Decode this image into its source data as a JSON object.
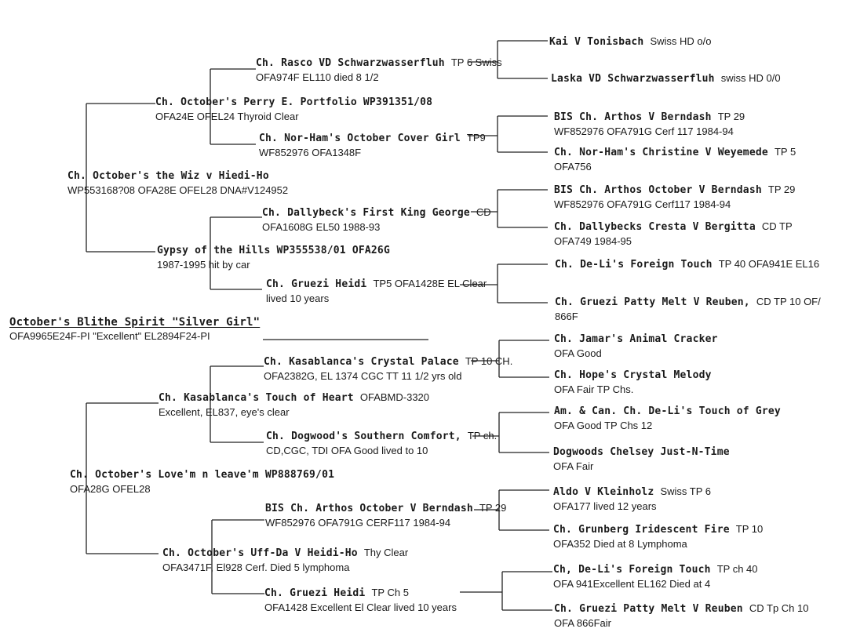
{
  "subject": {
    "name": "October's Blithe Spirit \"Silver Girl\"",
    "details": [
      "OFA9965E24F-PI \"Excellent\" EL2894F24-PI"
    ]
  },
  "sire": {
    "name": "Ch. October's the Wiz v Hiedi-Ho",
    "details": [
      "WP553168?08 OFA28E OFEL28 DNA#V124952"
    ]
  },
  "dam": {
    "name": "Ch. October's Love'm n leave'm WP888769/01",
    "details": [
      "OFA28G OFEL28"
    ]
  },
  "grandparents": [
    {
      "name": "Ch. October's Perry E. Portfolio WP391351/08",
      "details": [
        "OFA24E OFEL24 Thyroid Clear"
      ]
    },
    {
      "name": "Gypsy of the Hills WP355538/01 OFA26G",
      "details": [
        "1987-1995 hit by car"
      ]
    },
    {
      "name": "Ch. Kasablanca's Touch of Heart",
      "name_extra": "OFABMD-3320",
      "details": [
        "Excellent, EL837, eye's clear"
      ]
    },
    {
      "name": "Ch. October's Uff-Da V Heidi-Ho",
      "name_extra": "Thy Clear",
      "details": [
        "OFA3471F, El928 Cerf. Died 5 lymphoma"
      ]
    }
  ],
  "great_grandparents": [
    {
      "name": "Ch. Rasco VD Schwarzwasserfluh",
      "name_extra": "TP 6 Swiss",
      "details": [
        "OFA974F EL110 died 8 1/2"
      ]
    },
    {
      "name": "Ch. Nor-Ham's October Cover Girl",
      "name_extra": "TP9",
      "details": [
        "WF852976 OFA1348F"
      ]
    },
    {
      "name": "Ch. Dallybeck's First King George",
      "name_extra": "CD",
      "details": [
        "OFA1608G EL50 1988-93"
      ]
    },
    {
      "name": "Ch. Gruezi Heidi",
      "name_extra": "TP5 OFA1428E EL Clear",
      "details": [
        "lived 10 years"
      ]
    },
    {
      "name": "Ch. Kasablanca's Crystal Palace",
      "name_extra": "TP 10 CH.",
      "details": [
        "OFA2382G, EL 1374 CGC TT 11 1/2 yrs old"
      ]
    },
    {
      "name": "Ch. Dogwood's Southern Comfort,",
      "name_extra": "TP ch.",
      "details": [
        "CD,CGC, TDI OFA Good lived to 10"
      ]
    },
    {
      "name": "BIS Ch. Arthos October V Berndash",
      "name_extra": "TP 29",
      "details": [
        "WF852976 OFA791G CERF117 1984-94"
      ]
    },
    {
      "name": "Ch. Gruezi Heidi",
      "name_extra": "TP Ch 5",
      "details": [
        "OFA1428 Excellent El Clear lived 10 years"
      ]
    }
  ],
  "g3_ancestors": [
    {
      "name": "Kai V Tonisbach",
      "name_extra": "Swiss HD o/o",
      "details": []
    },
    {
      "name": "Laska VD Schwarzwasserfluh",
      "name_extra": "swiss HD 0/0",
      "details": []
    },
    {
      "name": "BIS Ch. Arthos V Berndash",
      "name_extra": "TP 29",
      "details": [
        "WF852976 OFA791G Cerf 117  1984-94"
      ]
    },
    {
      "name": "Ch. Nor-Ham's Christine V Weyemede",
      "name_extra": "TP 5",
      "details": [
        "OFA756"
      ]
    },
    {
      "name": "BIS Ch. Arthos October V Berndash",
      "name_extra": "TP 29",
      "details": [
        "WF852976 OFA791G Cerf117  1984-94"
      ]
    },
    {
      "name": "Ch. Dallybecks Cresta V Bergitta",
      "name_extra": "CD TP",
      "details": [
        "OFA749   1984-95"
      ]
    },
    {
      "name": "Ch. De-Li's Foreign Touch",
      "name_extra": "TP 40 OFA941E EL16",
      "details": []
    },
    {
      "name": "Ch. Gruezi Patty Melt V Reuben,",
      "name_extra": "CD TP 10 OF/",
      "details": [
        "866F"
      ]
    },
    {
      "name": "Ch. Jamar's Animal Cracker",
      "details": [
        "OFA Good"
      ]
    },
    {
      "name": "Ch. Hope's Crystal Melody",
      "details": [
        "OFA Fair TP Chs."
      ]
    },
    {
      "name": "Am. & Can. Ch. De-Li's Touch of Grey",
      "details": [
        "OFA Good TP Chs 12"
      ]
    },
    {
      "name": "Dogwoods Chelsey Just-N-Time",
      "details": [
        "OFA Fair"
      ]
    },
    {
      "name": "Aldo V Kleinholz",
      "name_extra": "Swiss TP 6",
      "details": [
        "OFA177 lived 12 years"
      ]
    },
    {
      "name": "Ch. Grunberg Iridescent Fire",
      "name_extra": "TP 10",
      "details": [
        "OFA352  Died at 8 Lymphoma"
      ]
    },
    {
      "name": "Ch, De-Li's Foreign Touch",
      "name_extra": "TP ch 40",
      "details": [
        "OFA 941Excellent EL162 Died at 4"
      ]
    },
    {
      "name": "Ch. Gruezi Patty Melt V Reuben",
      "name_extra": "CD Tp Ch 10",
      "details": [
        "OFA 866Fair"
      ]
    }
  ]
}
